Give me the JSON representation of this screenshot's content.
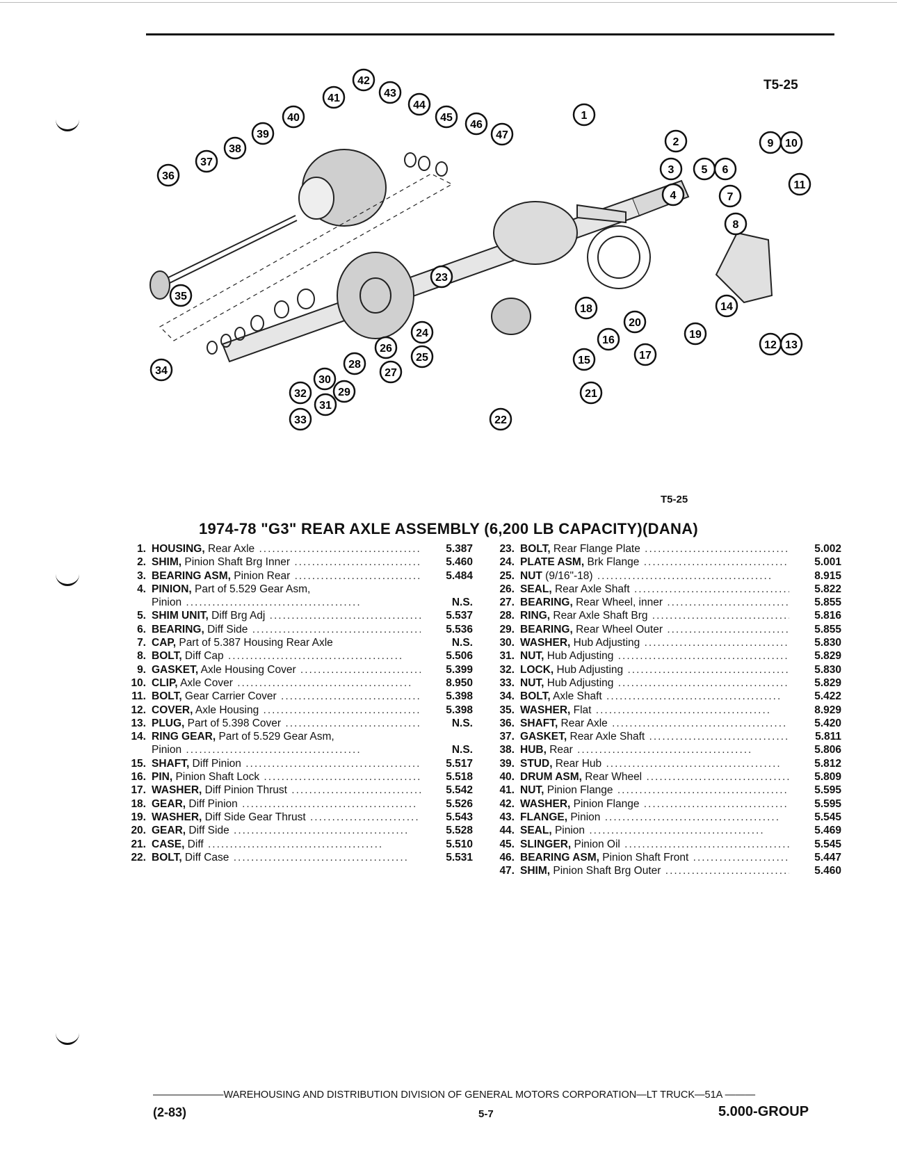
{
  "figure_code_top": "T5-25",
  "figure_code_mid": "T5-25",
  "title": "1974-78 \"G3\" REAR AXLE ASSEMBLY (6,200 LB CAPACITY)(DANA)",
  "callouts": [
    "1",
    "2",
    "3",
    "4",
    "5",
    "6",
    "7",
    "8",
    "9",
    "10",
    "11",
    "12",
    "13",
    "14",
    "15",
    "16",
    "17",
    "18",
    "19",
    "20",
    "21",
    "22",
    "23",
    "24",
    "25",
    "26",
    "27",
    "28",
    "29",
    "30",
    "31",
    "32",
    "33",
    "34",
    "35",
    "36",
    "37",
    "38",
    "39",
    "40",
    "41",
    "42",
    "43",
    "44",
    "45",
    "46",
    "47"
  ],
  "parts_left": [
    {
      "n": "1.",
      "name": "HOUSING,",
      "rest": " Rear Axle",
      "code": "5.387"
    },
    {
      "n": "2.",
      "name": "SHIM,",
      "rest": " Pinion Shaft Brg Inner",
      "code": "5.460"
    },
    {
      "n": "3.",
      "name": "BEARING ASM,",
      "rest": " Pinion Rear",
      "code": "5.484"
    },
    {
      "n": "4.",
      "name": "PINION,",
      "rest": " Part of 5.529 Gear Asm,",
      "code": "",
      "nolead": true
    },
    {
      "n": "",
      "name": "",
      "rest": "Pinion",
      "code": "N.S."
    },
    {
      "n": "5.",
      "name": "SHIM UNIT,",
      "rest": " Diff Brg Adj",
      "code": "5.537"
    },
    {
      "n": "6.",
      "name": "BEARING,",
      "rest": " Diff Side",
      "code": "5.536"
    },
    {
      "n": "7.",
      "name": "CAP,",
      "rest": " Part of 5.387 Housing Rear Axle",
      "code": "N.S.",
      "nolead": true
    },
    {
      "n": "8.",
      "name": "BOLT,",
      "rest": " Diff Cap",
      "code": "5.506"
    },
    {
      "n": "9.",
      "name": "GASKET,",
      "rest": " Axle Housing Cover",
      "code": "5.399"
    },
    {
      "n": "10.",
      "name": "CLIP,",
      "rest": " Axle Cover",
      "code": "8.950"
    },
    {
      "n": "11.",
      "name": "BOLT,",
      "rest": " Gear Carrier Cover",
      "code": "5.398"
    },
    {
      "n": "12.",
      "name": "COVER,",
      "rest": " Axle Housing",
      "code": "5.398"
    },
    {
      "n": "13.",
      "name": "PLUG,",
      "rest": " Part of 5.398 Cover",
      "code": "N.S."
    },
    {
      "n": "14.",
      "name": "RING GEAR,",
      "rest": " Part of 5.529 Gear Asm,",
      "code": "",
      "nolead": true
    },
    {
      "n": "",
      "name": "",
      "rest": "Pinion",
      "code": "N.S."
    },
    {
      "n": "15.",
      "name": "SHAFT,",
      "rest": " Diff Pinion",
      "code": "5.517"
    },
    {
      "n": "16.",
      "name": "PIN,",
      "rest": " Pinion Shaft Lock",
      "code": "5.518"
    },
    {
      "n": "17.",
      "name": "WASHER,",
      "rest": " Diff Pinion Thrust",
      "code": "5.542"
    },
    {
      "n": "18.",
      "name": "GEAR,",
      "rest": " Diff Pinion",
      "code": "5.526"
    },
    {
      "n": "19.",
      "name": "WASHER,",
      "rest": " Diff Side Gear Thrust",
      "code": "5.543"
    },
    {
      "n": "20.",
      "name": "GEAR,",
      "rest": " Diff Side",
      "code": "5.528"
    },
    {
      "n": "21.",
      "name": "CASE,",
      "rest": " Diff",
      "code": "5.510"
    },
    {
      "n": "22.",
      "name": "BOLT,",
      "rest": " Diff Case",
      "code": "5.531"
    }
  ],
  "parts_right": [
    {
      "n": "23.",
      "name": "BOLT,",
      "rest": " Rear Flange Plate",
      "code": "5.002"
    },
    {
      "n": "24.",
      "name": "PLATE ASM,",
      "rest": " Brk Flange",
      "code": "5.001"
    },
    {
      "n": "25.",
      "name": "NUT",
      "rest": " (9/16\"-18)",
      "code": "8.915"
    },
    {
      "n": "26.",
      "name": "SEAL,",
      "rest": " Rear Axle Shaft",
      "code": "5.822"
    },
    {
      "n": "27.",
      "name": "BEARING,",
      "rest": " Rear Wheel, inner",
      "code": "5.855"
    },
    {
      "n": "28.",
      "name": "RING,",
      "rest": " Rear Axle Shaft Brg",
      "code": "5.816"
    },
    {
      "n": "29.",
      "name": "BEARING,",
      "rest": " Rear Wheel Outer",
      "code": "5.855"
    },
    {
      "n": "30.",
      "name": "WASHER,",
      "rest": " Hub Adjusting",
      "code": "5.830"
    },
    {
      "n": "31.",
      "name": "NUT,",
      "rest": " Hub Adjusting",
      "code": "5.829"
    },
    {
      "n": "32.",
      "name": "LOCK,",
      "rest": " Hub Adjusting",
      "code": "5.830"
    },
    {
      "n": "33.",
      "name": "NUT,",
      "rest": " Hub Adjusting",
      "code": "5.829"
    },
    {
      "n": "34.",
      "name": "BOLT,",
      "rest": " Axle Shaft",
      "code": "5.422"
    },
    {
      "n": "35.",
      "name": "WASHER,",
      "rest": " Flat",
      "code": "8.929"
    },
    {
      "n": "36.",
      "name": "SHAFT,",
      "rest": " Rear Axle",
      "code": "5.420"
    },
    {
      "n": "37.",
      "name": "GASKET,",
      "rest": " Rear Axle Shaft",
      "code": "5.811"
    },
    {
      "n": "38.",
      "name": "HUB,",
      "rest": " Rear",
      "code": "5.806"
    },
    {
      "n": "39.",
      "name": "STUD,",
      "rest": " Rear Hub",
      "code": "5.812"
    },
    {
      "n": "40.",
      "name": "DRUM ASM,",
      "rest": " Rear Wheel",
      "code": "5.809"
    },
    {
      "n": "41.",
      "name": "NUT,",
      "rest": " Pinion Flange",
      "code": "5.595"
    },
    {
      "n": "42.",
      "name": "WASHER,",
      "rest": " Pinion Flange",
      "code": "5.595"
    },
    {
      "n": "43.",
      "name": "FLANGE,",
      "rest": " Pinion",
      "code": "5.545"
    },
    {
      "n": "44.",
      "name": "SEAL,",
      "rest": " Pinion",
      "code": "5.469"
    },
    {
      "n": "45.",
      "name": "SLINGER,",
      "rest": " Pinion Oil",
      "code": "5.545"
    },
    {
      "n": "46.",
      "name": "BEARING ASM,",
      "rest": " Pinion Shaft Front",
      "code": "5.447"
    },
    {
      "n": "47.",
      "name": "SHIM,",
      "rest": " Pinion Shaft Brg Outer",
      "code": "5.460"
    }
  ],
  "footer": {
    "division_line": "———————WAREHOUSING AND DISTRIBUTION DIVISION OF GENERAL MOTORS CORPORATION—LT TRUCK—51A ———",
    "date": "(2-83)",
    "page": "5-7",
    "group": "5.000-GROUP"
  }
}
